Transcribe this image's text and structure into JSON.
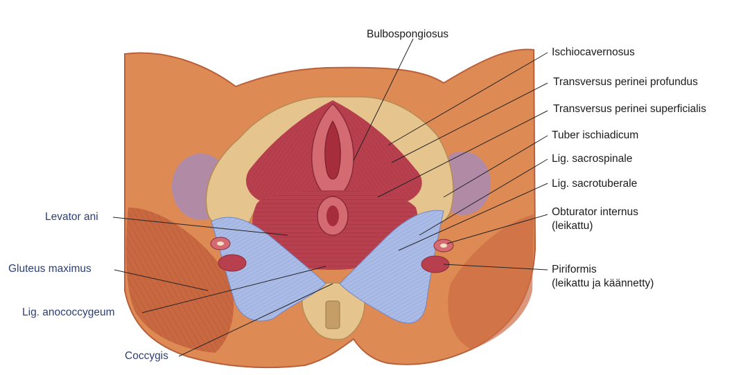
{
  "labels": {
    "bulbospongiosus": "Bulbospongiosus",
    "ischiocavernosus": "Ischiocavernosus",
    "transversus_profundus": "Transversus perinei profundus",
    "transversus_superficialis": "Transversus perinei superficialis",
    "tuber_ischiadicum": "Tuber ischiadicum",
    "lig_sacrospinale": "Lig. sacrospinale",
    "lig_sacrotuberale": "Lig. sacrotuberale",
    "obturator_internus": "Obturator internus",
    "obturator_internus_note": "(leikattu)",
    "piriformis": "Piriformis",
    "piriformis_note": "(leikattu ja käännetty)",
    "levator_ani": "Levator ani",
    "gluteus_maximus": "Gluteus maximus",
    "lig_anococcygeum": "Lig. anococcygeum",
    "coccygis": "Coccygis"
  },
  "colors": {
    "skin": "#dd8a55",
    "skin_dark": "#b9603a",
    "muscle": "#b8404e",
    "muscle_light": "#d46a72",
    "ligament": "#aabbe6",
    "bone": "#e6c48e",
    "purple_fat": "#a98bb5",
    "line": "#222222"
  }
}
